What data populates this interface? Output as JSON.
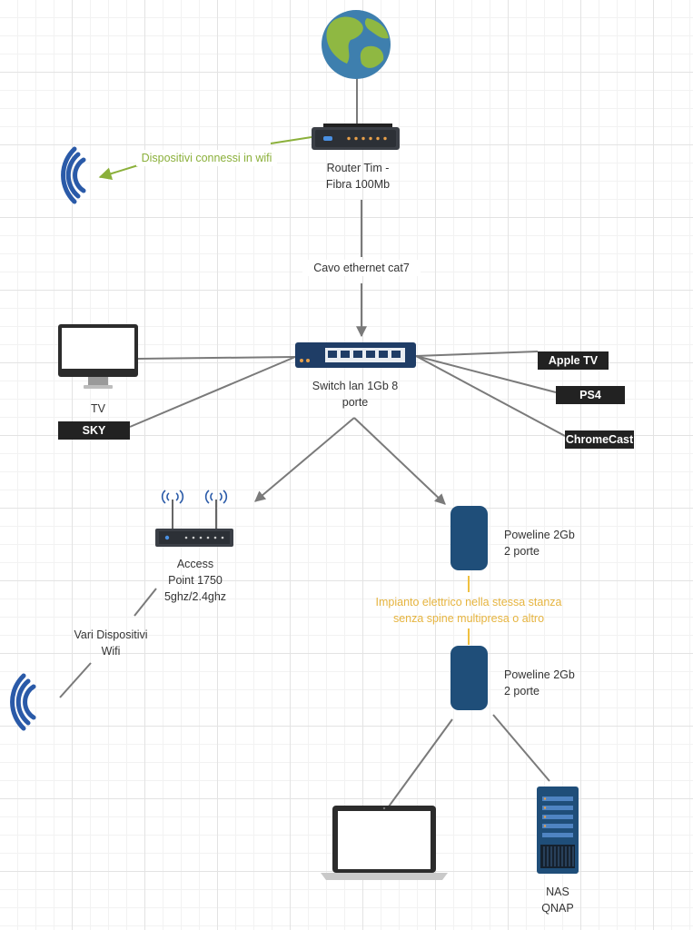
{
  "nodes": {
    "router": {
      "line1": "Router Tim -",
      "line2": "Fibra 100Mb"
    },
    "wifi_router_label": "Dispositivi connessi in wifi",
    "cable_label": "Cavo ethernet  cat7",
    "switch": {
      "line1": "Switch lan 1Gb 8",
      "line2": "porte"
    },
    "tv": "TV",
    "sky": "SKY",
    "apple_tv": "Apple TV",
    "ps4": "PS4",
    "chromecast": "ChromeCast",
    "access_point": {
      "line1": "Access",
      "line2": "Point 1750",
      "line3": "5ghz/2.4ghz"
    },
    "wifi_devices": {
      "line1": "Vari Dispositivi",
      "line2": "Wifi"
    },
    "powerline_top": {
      "line1": "Poweline 2Gb",
      "line2": "2 porte"
    },
    "powerline_note": {
      "line1": "Impianto elettrico nella stessa stanza",
      "line2": "senza spine multipresa o altro"
    },
    "powerline_bottom": {
      "line1": "Poweline 2Gb",
      "line2": "2 porte"
    },
    "nas": {
      "line1": "NAS",
      "line2": "QNAP"
    }
  },
  "colors": {
    "connector": "#7a7a7a",
    "wifi_link": "#8bb03b",
    "powerline_link": "#f0c040",
    "device_navy": "#1f4e79",
    "wifi_blue": "#2a5aa8",
    "label_bg": "#222222"
  },
  "icons": [
    "globe-icon",
    "router-icon",
    "switch-icon",
    "monitor-icon",
    "access-point-icon",
    "powerline-icon",
    "laptop-icon",
    "nas-server-icon",
    "wifi-signal-icon"
  ]
}
